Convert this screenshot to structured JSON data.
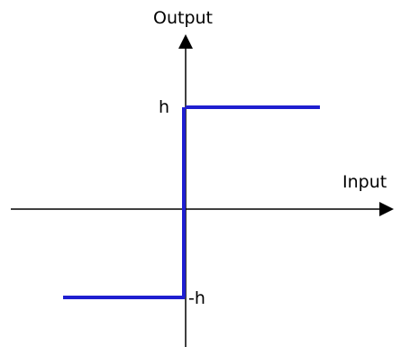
{
  "labels": {
    "y_axis": "Output",
    "x_axis": "Input",
    "high_level": "h",
    "low_level": "-h"
  },
  "colors": {
    "axis": "#000000",
    "signal": "#1f1fd0",
    "background": "#ffffff"
  }
}
